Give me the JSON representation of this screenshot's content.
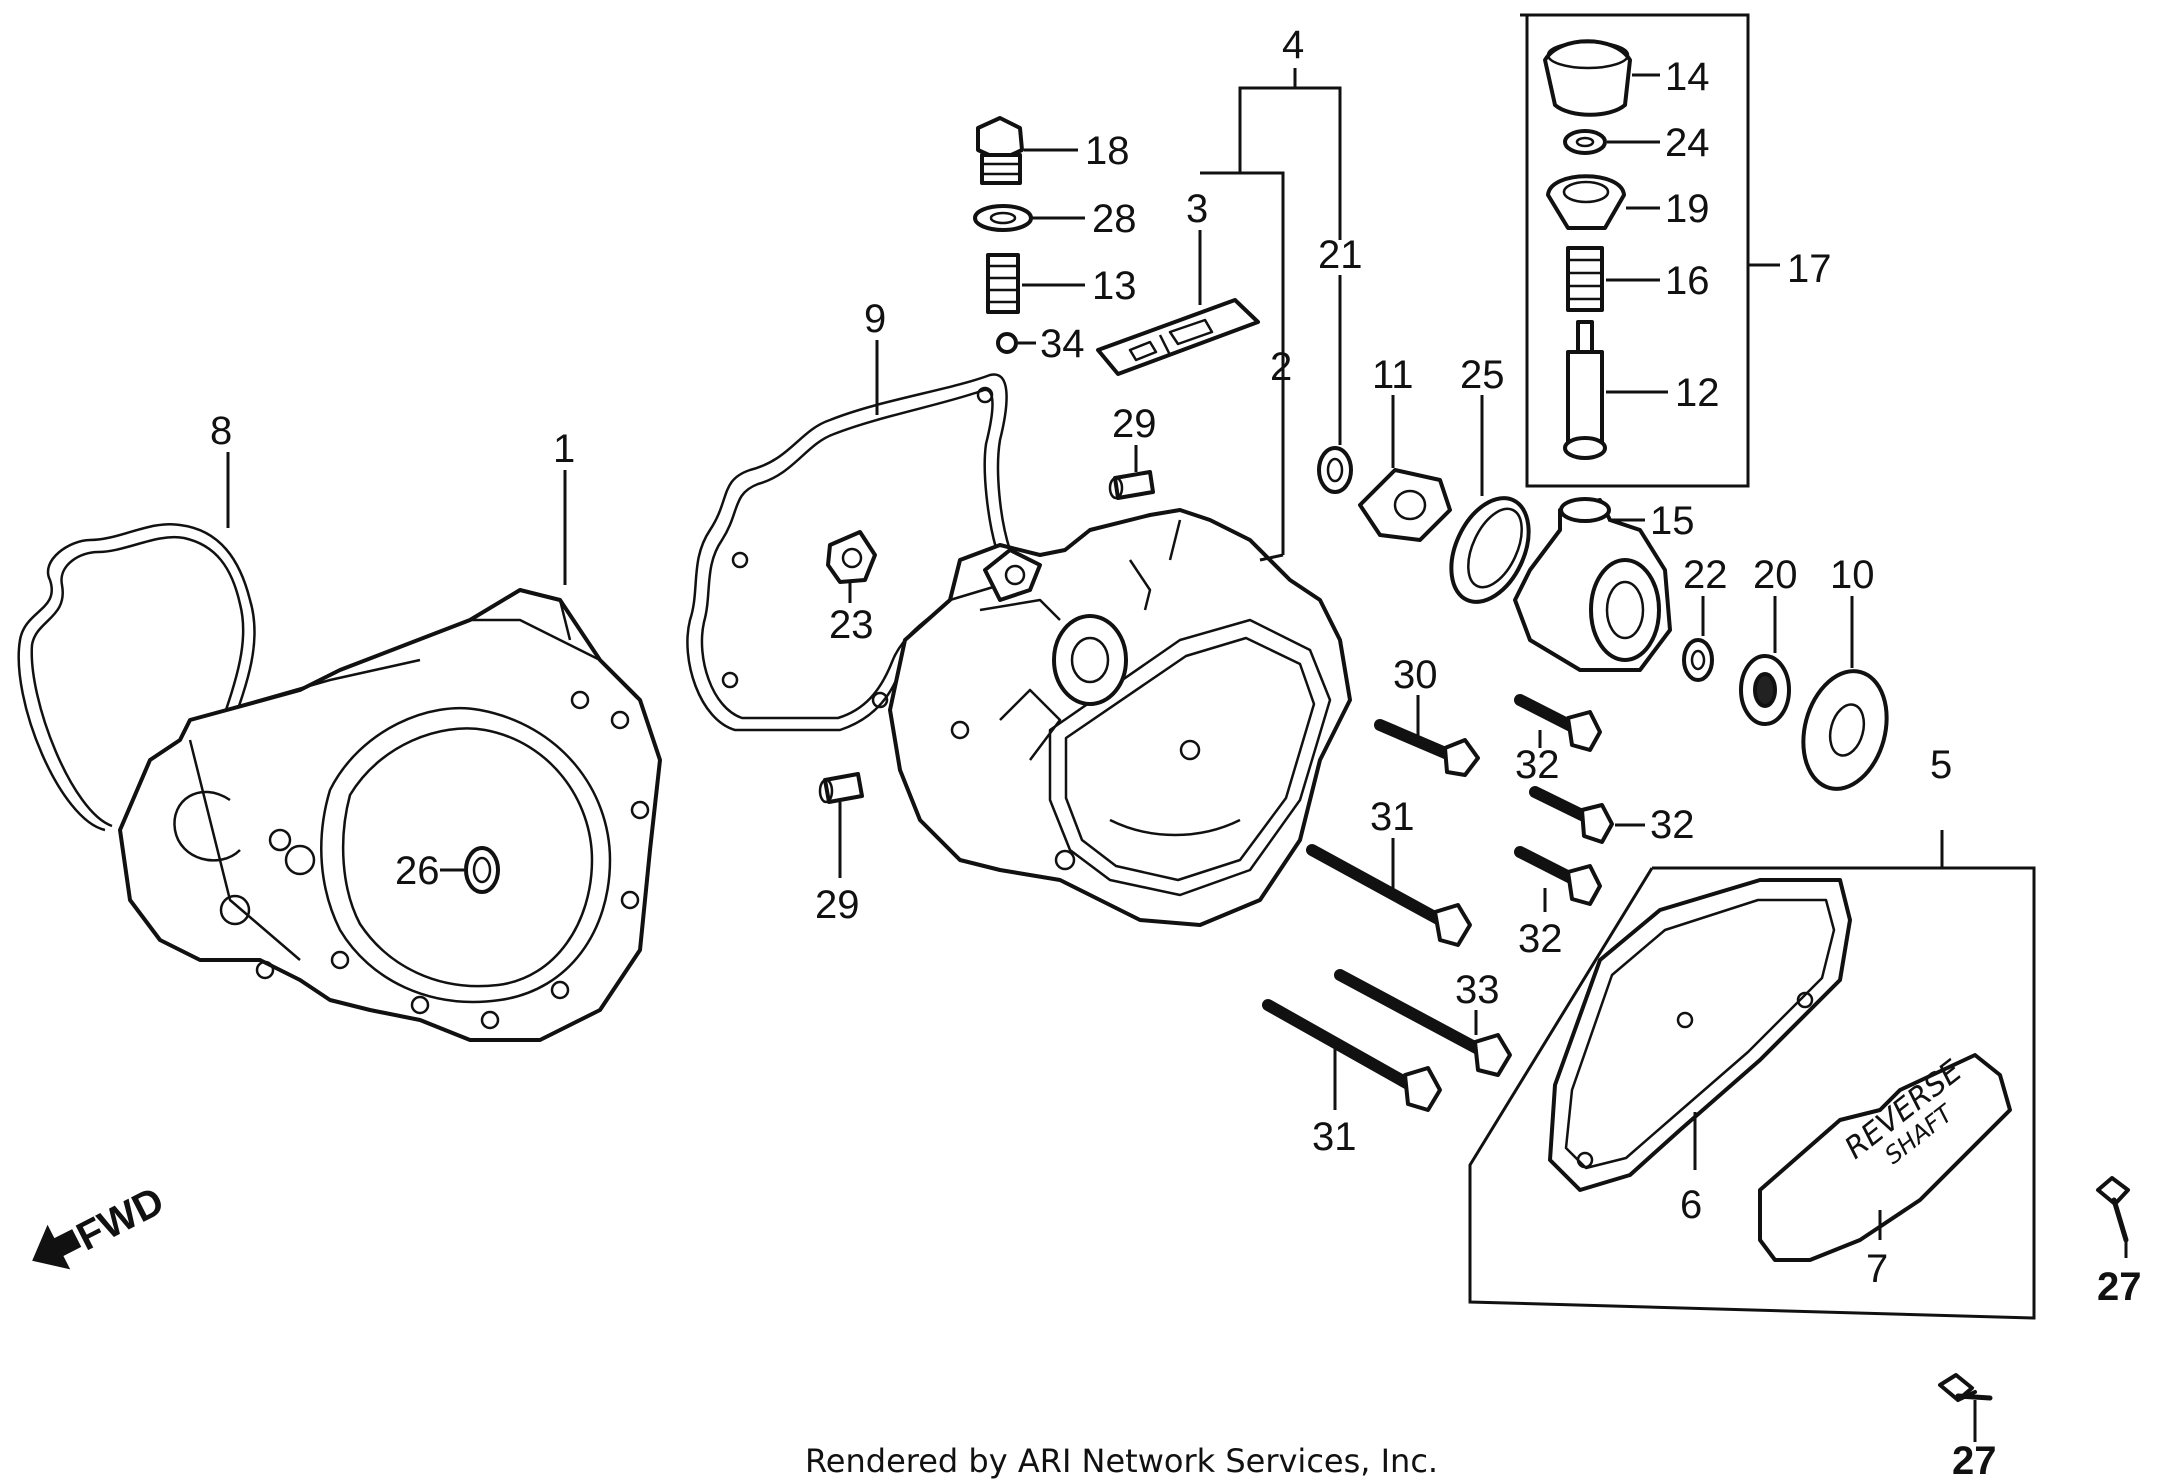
{
  "diagram": {
    "footer": "Rendered by ARI Network Services, Inc.",
    "direction_label": "FWD",
    "reverse_label_line1": "REVERSE",
    "reverse_label_line2": "SHAFT",
    "callouts": {
      "p1": "1",
      "p2": "2",
      "p3": "3",
      "p4": "4",
      "p5": "5",
      "p6": "6",
      "p7": "7",
      "p8": "8",
      "p9": "9",
      "p10": "10",
      "p11": "11",
      "p12": "12",
      "p13": "13",
      "p14": "14",
      "p15": "15",
      "p16": "16",
      "p17": "17",
      "p18": "18",
      "p19": "19",
      "p20": "20",
      "p21": "21",
      "p22": "22",
      "p23": "23",
      "p24": "24",
      "p25": "25",
      "p26": "26",
      "p27a": "27",
      "p27b": "27",
      "p28": "28",
      "p29a": "29",
      "p29b": "29",
      "p30": "30",
      "p31a": "31",
      "p31b": "31",
      "p32a": "32",
      "p32b": "32",
      "p32c": "32",
      "p33": "33",
      "p34": "34"
    }
  }
}
